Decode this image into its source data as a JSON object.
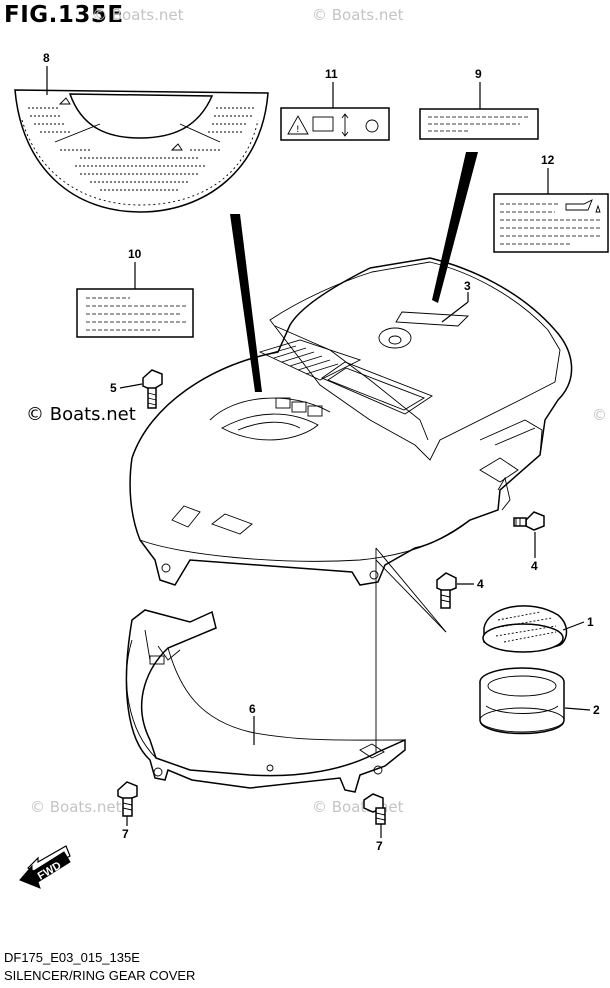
{
  "figure": {
    "title": "FIG.135E",
    "code": "DF175_E03_015_135E",
    "caption": "SILENCER/RING GEAR COVER"
  },
  "watermarks": {
    "main": "© Boats.net",
    "faint": "© Boats.net"
  },
  "callouts": [
    {
      "id": "c8",
      "label": "8"
    },
    {
      "id": "c11",
      "label": "11"
    },
    {
      "id": "c9",
      "label": "9"
    },
    {
      "id": "c12",
      "label": "12"
    },
    {
      "id": "c10",
      "label": "10"
    },
    {
      "id": "c3",
      "label": "3"
    },
    {
      "id": "c5",
      "label": "5"
    },
    {
      "id": "c4a",
      "label": "4"
    },
    {
      "id": "c4b",
      "label": "4"
    },
    {
      "id": "c1",
      "label": "1"
    },
    {
      "id": "c2",
      "label": "2"
    },
    {
      "id": "c6",
      "label": "6"
    },
    {
      "id": "c7a",
      "label": "7"
    },
    {
      "id": "c7b",
      "label": "7"
    }
  ],
  "fwd_label": "FWD"
}
